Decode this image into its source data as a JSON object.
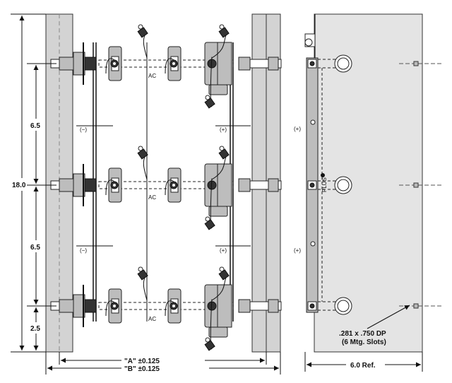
{
  "dimensions": {
    "overall_height": "18.0",
    "spacing_upper": "6.5",
    "spacing_lower": "6.5",
    "bottom_offset": "2.5",
    "width_a": "\"A\" ±0.125",
    "width_b": "\"B\" ±0.125",
    "side_width": "6.0 Ref."
  },
  "labels": {
    "ac": "AC",
    "neg": "(−)",
    "pos": "(+)",
    "plus_marking": "PLUS",
    "slot_note_line1": ".281 x .750 DP",
    "slot_note_line2": "(6 Mtg. Slots)"
  }
}
